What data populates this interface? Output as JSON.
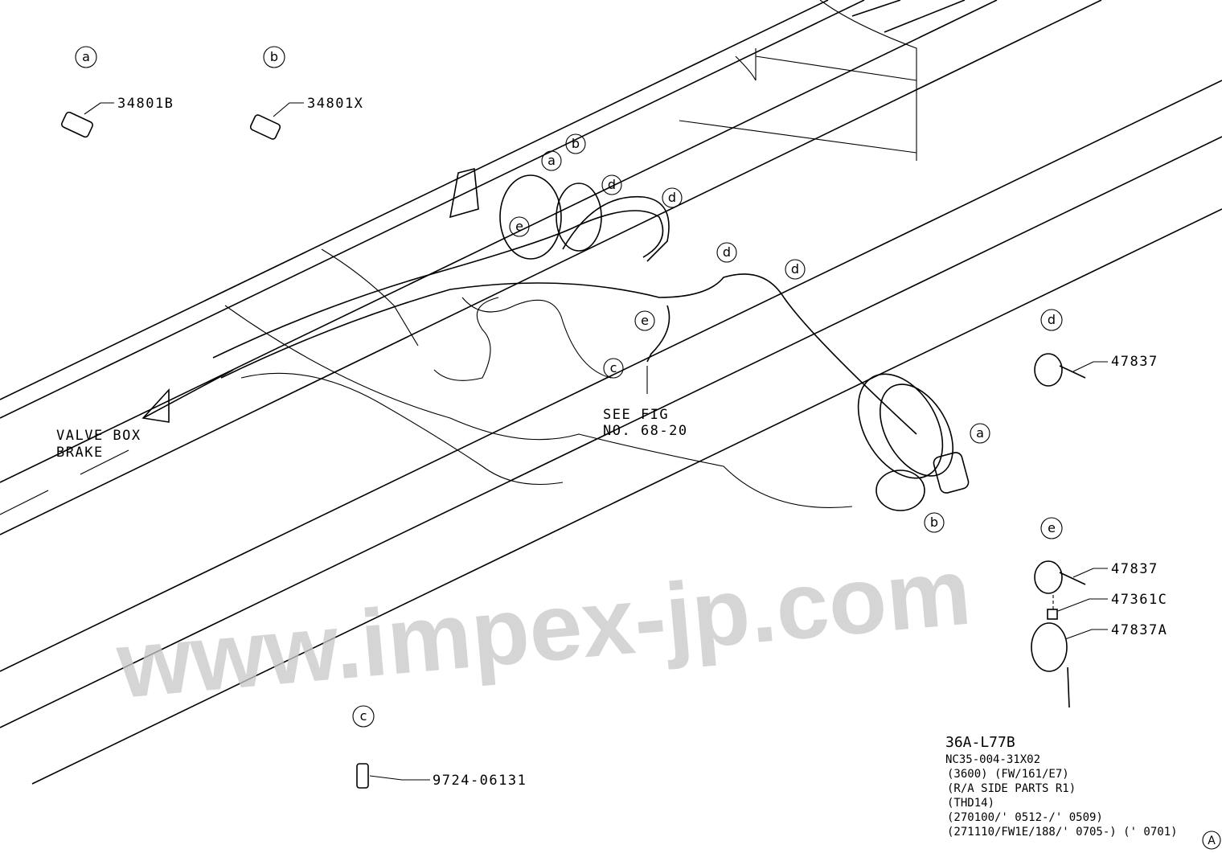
{
  "watermark": "www.impex-jp.com",
  "callouts": {
    "a": "a",
    "b": "b",
    "c": "c",
    "d": "d",
    "e": "e"
  },
  "parts": {
    "a_part": "34801B",
    "b_part": "34801X",
    "c_part": "9724-06131",
    "d_part": "47837",
    "e_part1": "47837",
    "e_part2": "47361C",
    "e_part3": "47837A"
  },
  "annotations": {
    "valve_box_line1": "VALVE BOX",
    "valve_box_line2": "BRAKE",
    "see_fig_line1": "SEE FIG",
    "see_fig_line2": "NO. 68-20"
  },
  "info_block": {
    "code": "36A-L77B",
    "lines": [
      "NC35-004-31X02",
      "(3600) (FW/161/E7)",
      "(R/A SIDE PARTS R1)",
      "(THD14)",
      "(270100/' 0512-/' 0509)",
      "(271110/FW1E/188/' 0705-) (' 0701)"
    ],
    "sheet_mark": "A"
  }
}
